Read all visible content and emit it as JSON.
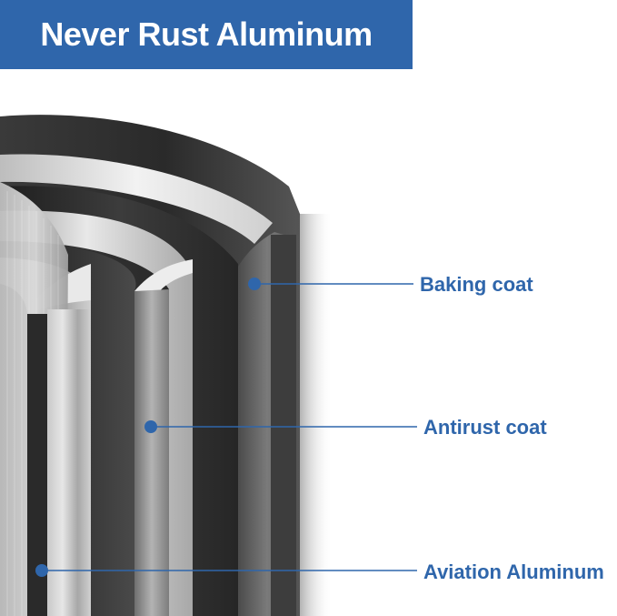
{
  "banner": {
    "title": "Never Rust Aluminum",
    "background_color": "#2f66ab",
    "text_color": "#ffffff"
  },
  "illustration": {
    "subject": "cross-section-of-cookware-wall-layers",
    "layer_colors": {
      "baking_coat": "#5f5f5f",
      "antirust_coat": "#d9d9d9",
      "aviation_aluminum": "#a9a9a9"
    }
  },
  "callouts": {
    "line_color": "#2f66ab",
    "label_color": "#2f66ab",
    "items": [
      {
        "label": "Baking coat"
      },
      {
        "label": "Antirust coat"
      },
      {
        "label": "Aviation Aluminum"
      }
    ]
  }
}
